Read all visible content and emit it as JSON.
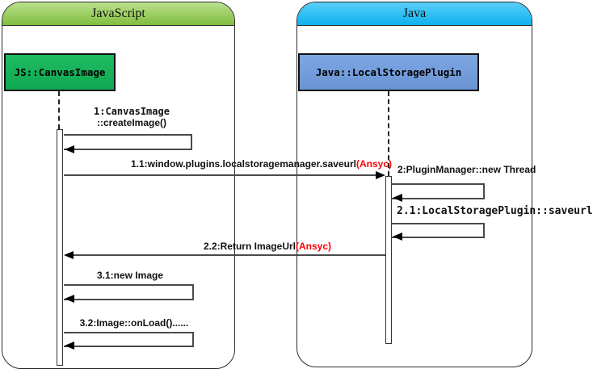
{
  "diagram_type": "uml-sequence",
  "frames": [
    {
      "title": "JavaScript",
      "header_color": "#8cc63f"
    },
    {
      "title": "Java",
      "header_color": "#14b3f0"
    }
  ],
  "objects": [
    {
      "label": "JS::CanvasImage",
      "fill": "#14b058",
      "frame": "JavaScript"
    },
    {
      "label": "Java::LocalStoragePlugin",
      "fill": "#7097d9",
      "frame": "Java"
    }
  ],
  "messages": [
    {
      "text": "1:CanvasImage",
      "text2": "::createImage()",
      "kind": "self",
      "from": "JS::CanvasImage",
      "to": "JS::CanvasImage"
    },
    {
      "text": "1.1:window.plugins.localstoragemanager.saveurl",
      "suffix": "(Ansyc)",
      "kind": "async-call",
      "from": "JS::CanvasImage",
      "to": "Java::LocalStoragePlugin"
    },
    {
      "text": "2:PluginManager::new Thread",
      "kind": "self",
      "from": "Java::LocalStoragePlugin",
      "to": "Java::LocalStoragePlugin"
    },
    {
      "text": "2.1:LocalStoragePlugin::saveurl",
      "kind": "self",
      "from": "Java::LocalStoragePlugin",
      "to": "Java::LocalStoragePlugin"
    },
    {
      "text": "2.2:Return ImageUrl",
      "suffix": "(Ansyc)",
      "kind": "async-return",
      "from": "Java::LocalStoragePlugin",
      "to": "JS::CanvasImage"
    },
    {
      "text": "3.1:new Image",
      "kind": "self",
      "from": "JS::CanvasImage",
      "to": "JS::CanvasImage"
    },
    {
      "text": "3.2:Image::onLoad()......",
      "kind": "self",
      "from": "JS::CanvasImage",
      "to": "JS::CanvasImage"
    }
  ],
  "colors": {
    "async_annotation": "#ff0000",
    "message_line": "#4a4a4a",
    "frame_border": "#2b2b2b"
  }
}
